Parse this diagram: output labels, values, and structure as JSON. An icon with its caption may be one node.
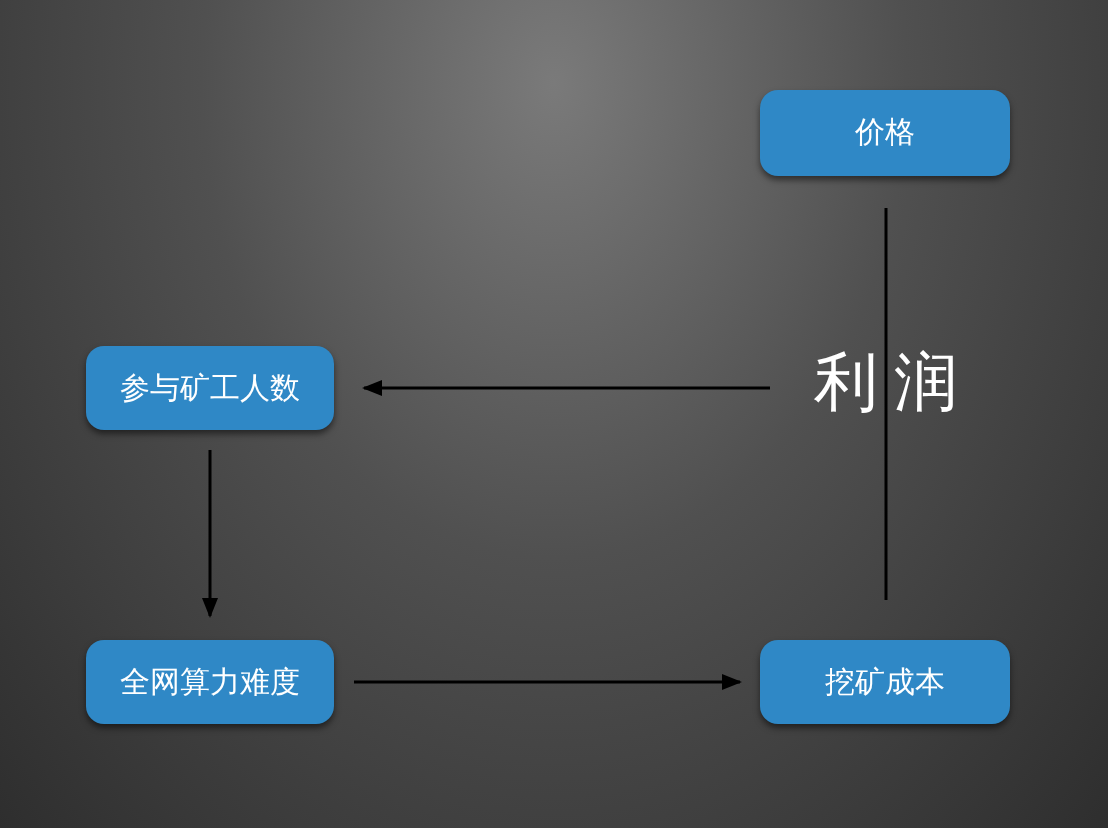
{
  "diagram": {
    "nodes": [
      {
        "text": [
          "价格"
        ]
      },
      {
        "text": [
          "参与矿工人数"
        ]
      },
      {
        "text": [
          "利润"
        ]
      },
      {
        "text": [
          "全网算力难度"
        ]
      },
      {
        "text": [
          "挖矿成本"
        ]
      }
    ],
    "edges": [
      {
        "from": 4,
        "to": 0,
        "arrow": "none"
      },
      {
        "from": 2,
        "to": 1,
        "arrow": "to"
      },
      {
        "from": 1,
        "to": 3,
        "arrow": "to"
      },
      {
        "from": 3,
        "to": 4,
        "arrow": "to"
      }
    ]
  }
}
